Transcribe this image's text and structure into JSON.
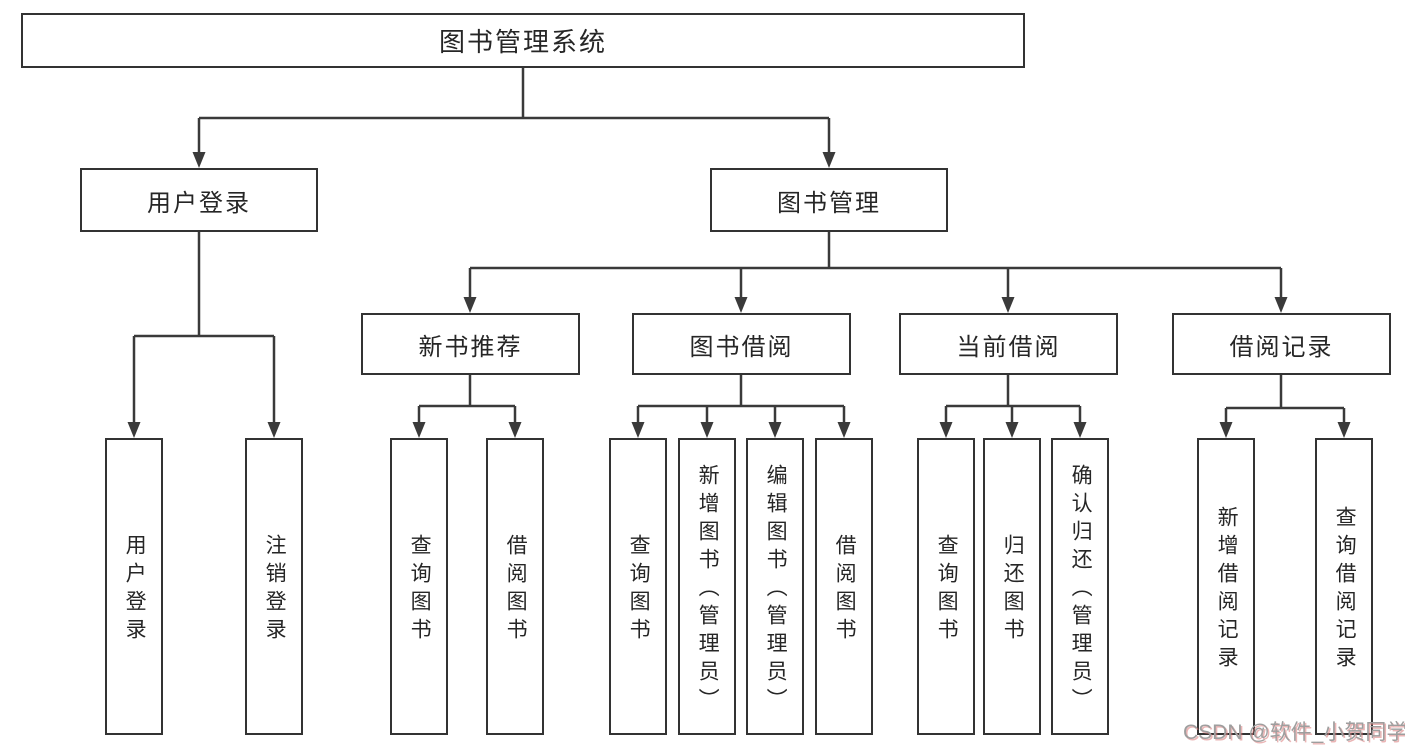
{
  "diagram_title": "图书管理系统",
  "nodes": {
    "root": {
      "label": "图书管理系统"
    },
    "user_login": {
      "label": "用户登录"
    },
    "book_mgmt": {
      "label": "图书管理"
    },
    "new_books": {
      "label": "新书推荐"
    },
    "book_borrow": {
      "label": "图书借阅"
    },
    "current_borrow": {
      "label": "当前借阅"
    },
    "borrow_records": {
      "label": "借阅记录"
    },
    "leaves": {
      "login": [
        "用户登录",
        "注销登录"
      ],
      "new_books": [
        "查询图书",
        "借阅图书"
      ],
      "book_borrow": [
        "查询图书",
        "新增图书（管理员）",
        "编辑图书（管理员）",
        "借阅图书"
      ],
      "current_borrow": [
        "查询图书",
        "归还图书",
        "确认归还（管理员）"
      ],
      "borrow_records": [
        "新增借阅记录",
        "查询借阅记录"
      ]
    }
  },
  "colors": {
    "background": "#ffffff",
    "line": "#3a3a3a",
    "box_border": "#333333",
    "text": "#262626",
    "watermark_text": "#9e9e9e",
    "watermark_shadow": "#d97878"
  },
  "watermark": {
    "text": "CSDN @软件_小贺同学"
  }
}
